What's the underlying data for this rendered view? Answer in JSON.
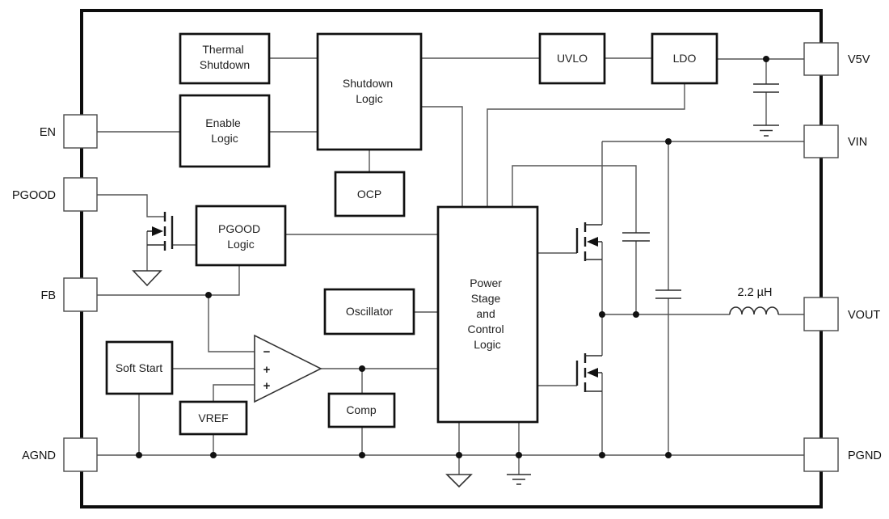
{
  "pins": {
    "left": [
      {
        "label": "EN"
      },
      {
        "label": "PGOOD"
      },
      {
        "label": "FB"
      },
      {
        "label": "AGND"
      }
    ],
    "right": [
      {
        "label": "V5V"
      },
      {
        "label": "VIN"
      },
      {
        "label": "VOUT"
      },
      {
        "label": "PGND"
      }
    ]
  },
  "blocks": {
    "thermal_shutdown": {
      "lines": [
        "Thermal",
        "Shutdown"
      ]
    },
    "enable_logic": {
      "lines": [
        "Enable",
        "Logic"
      ]
    },
    "shutdown_logic": {
      "lines": [
        "Shutdown",
        "Logic"
      ]
    },
    "ocp": {
      "lines": [
        "OCP"
      ]
    },
    "uvlo": {
      "lines": [
        "UVLO"
      ]
    },
    "ldo": {
      "lines": [
        "LDO"
      ]
    },
    "pgood_logic": {
      "lines": [
        "PGOOD",
        "Logic"
      ]
    },
    "oscillator": {
      "lines": [
        "Oscillator"
      ]
    },
    "power_stage": {
      "lines": [
        "Power",
        "Stage",
        "and",
        "Control",
        "Logic"
      ]
    },
    "soft_start": {
      "lines": [
        "Soft Start"
      ]
    },
    "vref": {
      "lines": [
        "VREF"
      ]
    },
    "comp": {
      "lines": [
        "Comp"
      ]
    }
  },
  "components": {
    "inductor_value": "2.2 µH",
    "error_amp": {
      "inverting": "−",
      "noninverting_1": "+",
      "noninverting_2": "+"
    }
  },
  "colors": {
    "background": "#ffffff",
    "wire": "#555555",
    "block_border": "#111111",
    "text": "#1f1f1f"
  }
}
